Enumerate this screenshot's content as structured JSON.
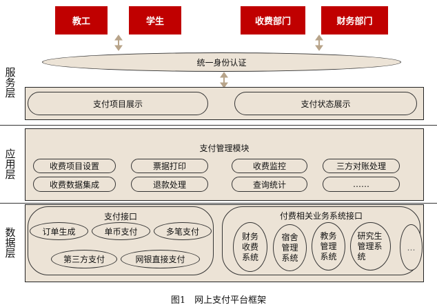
{
  "users": [
    "教工",
    "学生",
    "收费部门",
    "财务部门"
  ],
  "auth": "统一身份认证",
  "layers": {
    "service": "服务层",
    "application": "应用层",
    "data": "数据层"
  },
  "service": [
    "支付项目展示",
    "支付状态展示"
  ],
  "application": {
    "title": "支付管理模块",
    "items": [
      "收费项目设置",
      "票据打印",
      "收费监控",
      "三方对账处理",
      "收费数据集成",
      "退款处理",
      "查询统计",
      "……"
    ]
  },
  "data": {
    "payment_interface": {
      "title": "支付接口",
      "items": [
        "订单生成",
        "单币支付",
        "多笔支付",
        "第三方支付",
        "网银直接支付"
      ]
    },
    "business_interface": {
      "title": "付费相关业务系统接口",
      "items": [
        "财务收费系统",
        "宿舍管理系统",
        "教务管理系统",
        "研究生管理系统",
        "…"
      ]
    }
  },
  "caption": "图1　网上支付平台框架",
  "colors": {
    "red": "#c00000",
    "beige": "#ece3d6",
    "arrow": "#b8a48a"
  }
}
